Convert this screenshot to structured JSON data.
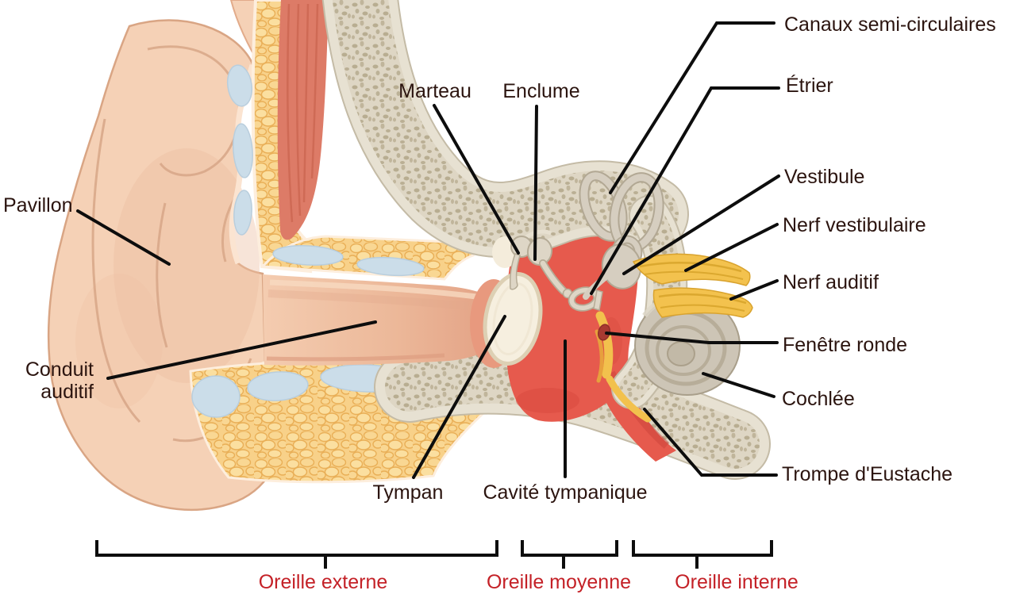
{
  "labels": {
    "pavillon": "Pavillon",
    "conduit_line1": "Conduit",
    "conduit_line2": "auditif",
    "marteau": "Marteau",
    "enclume": "Enclume",
    "canaux": "Canaux semi-circulaires",
    "etrier": "Étrier",
    "vestibule": "Vestibule",
    "nerf_vestibulaire": "Nerf vestibulaire",
    "nerf_auditif": "Nerf auditif",
    "fenetre_ronde": "Fenêtre ronde",
    "cochlee": "Cochlée",
    "trompe": "Trompe d'Eustache",
    "tympan": "Tympan",
    "cavite": "Cavité tympanique"
  },
  "sections": {
    "externe": "Oreille externe",
    "moyenne": "Oreille moyenne",
    "interne": "Oreille interne"
  },
  "colors": {
    "label_text": "#2b140f",
    "section_text": "#c42127",
    "leader_line": "#0d0d0d",
    "skin": "#f5d1b6",
    "skin_shadow": "#ecbfa2",
    "fat_yellow": "#f8d189",
    "bone_beige": "#ded6c4",
    "bone_speckle": "#ab9e80",
    "cartilage_blue": "#cbdde9",
    "muscle_red": "#dd7b67",
    "cavity_red": "#e65a4d",
    "eustachian_red": "#de5044",
    "eardrum_cream": "#f6efdf",
    "ossicle_beige": "#ded6c6",
    "cochlea_beige": "#cdc5b6",
    "nerve_yellow": "#f3c24e"
  }
}
